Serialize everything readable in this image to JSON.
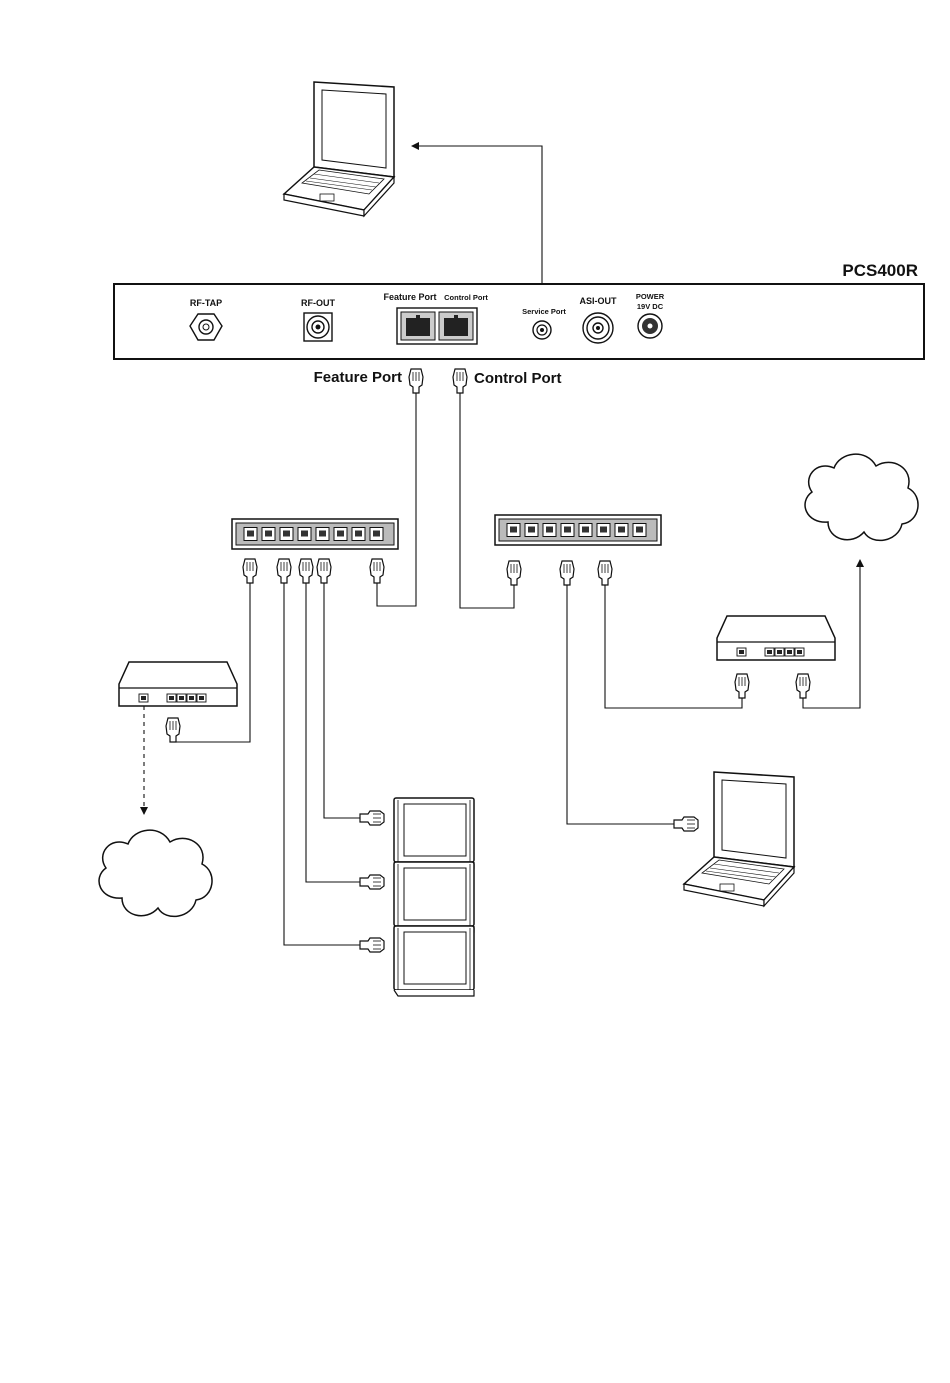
{
  "device": {
    "title": "PCS400R",
    "ports": {
      "rf_tap": "RF-TAP",
      "rf_out": "RF-OUT",
      "feature_port": "Feature Port",
      "control_port": "Control Port",
      "service_port": "Service Port",
      "asi_out": "ASI-OUT",
      "power_line1": "POWER",
      "power_line2": "19V DC"
    }
  },
  "cable_labels": {
    "feature_port": "Feature Port",
    "control_port": "Control Port"
  },
  "icons": {
    "laptop": "laptop-icon",
    "switch": "network-switch-icon",
    "router": "router-icon",
    "cloud": "cloud-icon",
    "set_top_box": "tablet-display-icon",
    "connector": "rj45-plug-icon"
  }
}
